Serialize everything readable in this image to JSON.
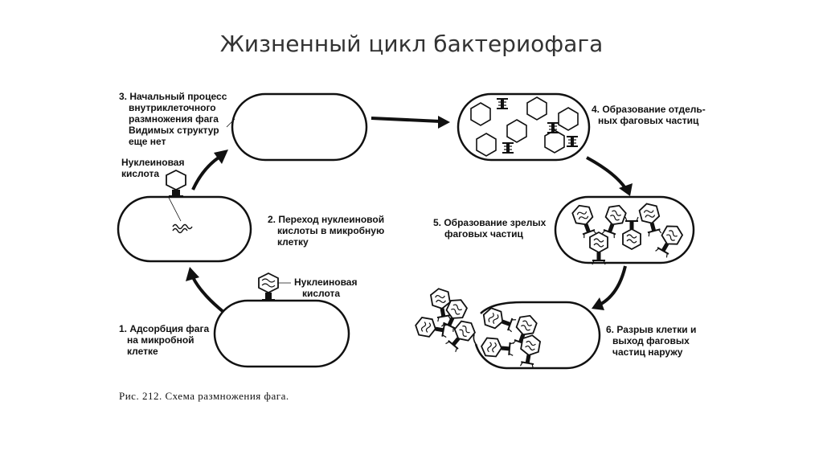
{
  "title": "Жизненный цикл бактериофага",
  "steps": {
    "s1": {
      "lines": [
        "1. Адсорбция фага",
        "на микробной",
        "клетке"
      ]
    },
    "s2": {
      "lines": [
        "2. Переход нуклеиновой",
        "кислоты в микробную",
        "клетку"
      ]
    },
    "s3": {
      "lines": [
        "3. Начальный процесс",
        "внутриклеточного",
        "размножения фага",
        "Видимых структур",
        "еще нет"
      ]
    },
    "s4": {
      "lines": [
        "4. Образование отдель-",
        "ных фаговых частиц"
      ]
    },
    "s5": {
      "lines": [
        "5. Образование зрелых",
        "фаговых частиц"
      ]
    },
    "s6": {
      "lines": [
        "6. Разрыв клетки и",
        "выход фаговых",
        "частиц наружу"
      ]
    }
  },
  "labels": {
    "nucleic_top": [
      "Нуклеиновая",
      "кислота"
    ],
    "nucleic_bottom": [
      "Нуклеиновая",
      "кислота"
    ]
  },
  "caption": "Рис. 212. Схема размножения фага."
}
